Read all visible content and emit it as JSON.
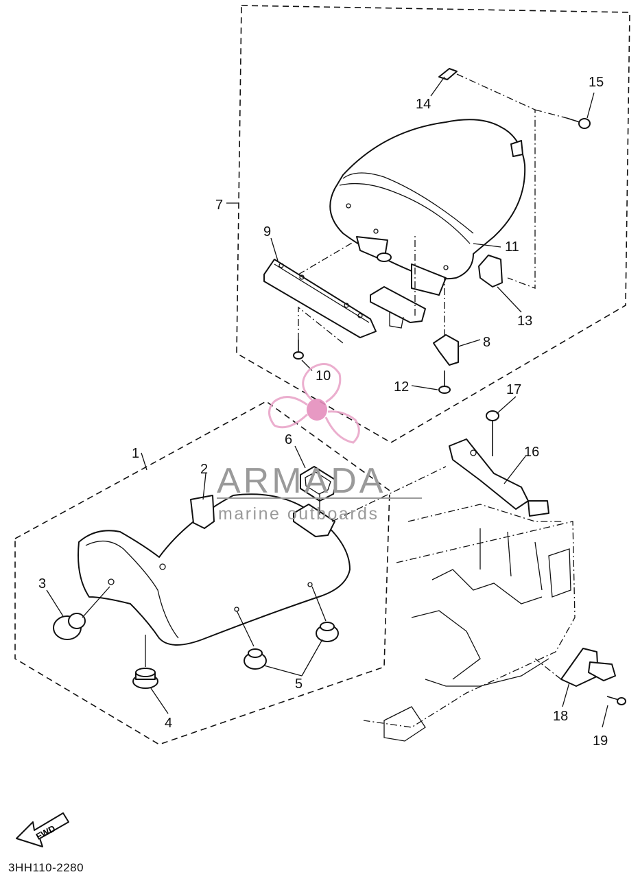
{
  "diagram": {
    "callouts": [
      {
        "id": "1",
        "text": "1"
      },
      {
        "id": "2",
        "text": "2"
      },
      {
        "id": "3",
        "text": "3"
      },
      {
        "id": "4",
        "text": "4"
      },
      {
        "id": "5",
        "text": "5"
      },
      {
        "id": "6",
        "text": "6"
      },
      {
        "id": "7",
        "text": "7"
      },
      {
        "id": "8",
        "text": "8"
      },
      {
        "id": "9",
        "text": "9"
      },
      {
        "id": "10",
        "text": "10"
      },
      {
        "id": "11",
        "text": "11"
      },
      {
        "id": "12",
        "text": "12"
      },
      {
        "id": "13",
        "text": "13"
      },
      {
        "id": "14",
        "text": "14"
      },
      {
        "id": "15",
        "text": "15"
      },
      {
        "id": "16",
        "text": "16"
      },
      {
        "id": "17",
        "text": "17"
      },
      {
        "id": "18",
        "text": "18"
      },
      {
        "id": "19",
        "text": "19"
      }
    ],
    "fwd_label": "FWD",
    "doc_code": "3HH110-2280"
  },
  "watermark": {
    "brand": "ARMADA",
    "tagline": "marine outboards",
    "colors": {
      "logo": "#e9a6c9",
      "logo_center": "#e58fbd",
      "text": "#9a9a9a"
    }
  }
}
